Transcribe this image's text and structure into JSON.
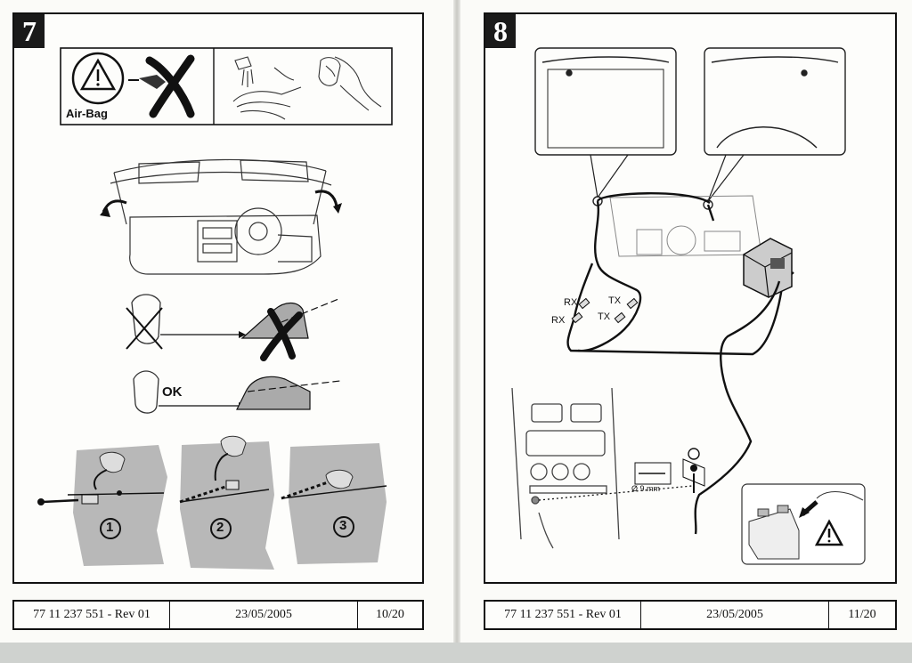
{
  "left_page": {
    "step_number": "7",
    "airbag_label": "Air-Bag",
    "ok_label": "OK",
    "steps": [
      "1",
      "2",
      "3"
    ],
    "footer": {
      "reference": "77 11 237 551 - Rev 01",
      "date": "23/05/2005",
      "page": "10/20"
    }
  },
  "right_page": {
    "step_number": "8",
    "labels": {
      "rx_upper": "RX",
      "tx_upper": "TX",
      "rx_lower": "RX",
      "tx_lower": "TX",
      "drill": "Ø 9 mm"
    },
    "footer": {
      "reference": "77 11 237 551 - Rev 01",
      "date": "23/05/2005",
      "page": "11/20"
    }
  }
}
